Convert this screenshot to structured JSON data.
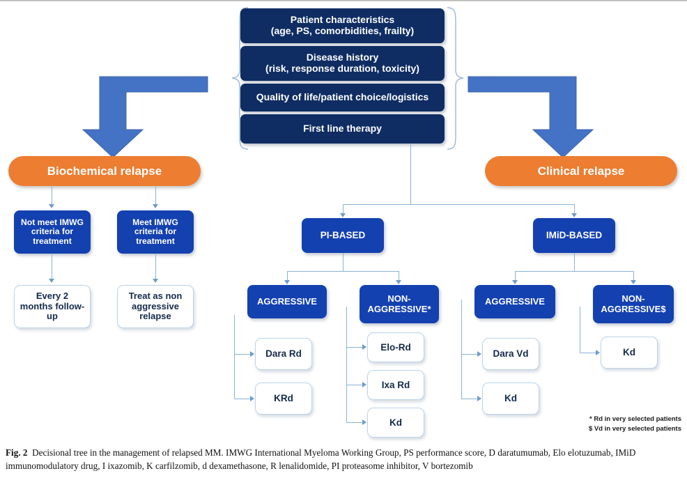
{
  "figure": {
    "label": "Fig. 2",
    "caption": "Decisional tree in the management of relapsed MM. IMWG International Myeloma Working Group, PS performance score, D daratumumab, Elo elotuzumab, IMiD immunomodulatory drug, I ixazomib, K carfilzomib, d dexamethasone, R lenalidomide, PI proteasome inhibitor, V bortezomib"
  },
  "colors": {
    "navy": "#0f2d63",
    "blue": "#1441b0",
    "orange": "#ED7D31",
    "connector": "#8ab2d8",
    "big_arrow": "#4472C4"
  },
  "criteria_boxes": [
    {
      "line1": "Patient characteristics",
      "line2": "(age, PS, comorbidities, frailty)"
    },
    {
      "line1": "Disease history",
      "line2": "(risk, response duration, toxicity)"
    },
    {
      "line1": "Quality of life/patient choice/logistics",
      "line2": ""
    },
    {
      "line1": "First line therapy",
      "line2": ""
    }
  ],
  "relapse": {
    "biochemical": "Biochemical relapse",
    "clinical": "Clinical relapse"
  },
  "biochemical_branch": {
    "left": {
      "decision": "Not meet IMWG criteria for treatment",
      "outcome": "Every 2 months follow-up"
    },
    "right": {
      "decision": "Meet IMWG criteria for treatment",
      "outcome": "Treat as non aggressive relapse"
    }
  },
  "clinical_branch": {
    "pi": {
      "label": "PI-BASED",
      "aggressive": {
        "label": "AGGRESSIVE",
        "treatments": [
          "Dara Rd",
          "KRd"
        ]
      },
      "non_aggressive": {
        "label": "NON-AGGRESSIVE*",
        "treatments": [
          "Elo-Rd",
          "Ixa Rd",
          "Kd"
        ]
      }
    },
    "imid": {
      "label": "IMiD-BASED",
      "aggressive": {
        "label": "AGGRESSIVE",
        "treatments": [
          "Dara Vd",
          "Kd"
        ]
      },
      "non_aggressive": {
        "label": "NON-AGGRESSIVE$",
        "treatments": [
          "Kd"
        ]
      }
    }
  },
  "footnotes": {
    "star": "* Rd in very selected patients",
    "dollar": "$ Vd in very selected patients"
  }
}
